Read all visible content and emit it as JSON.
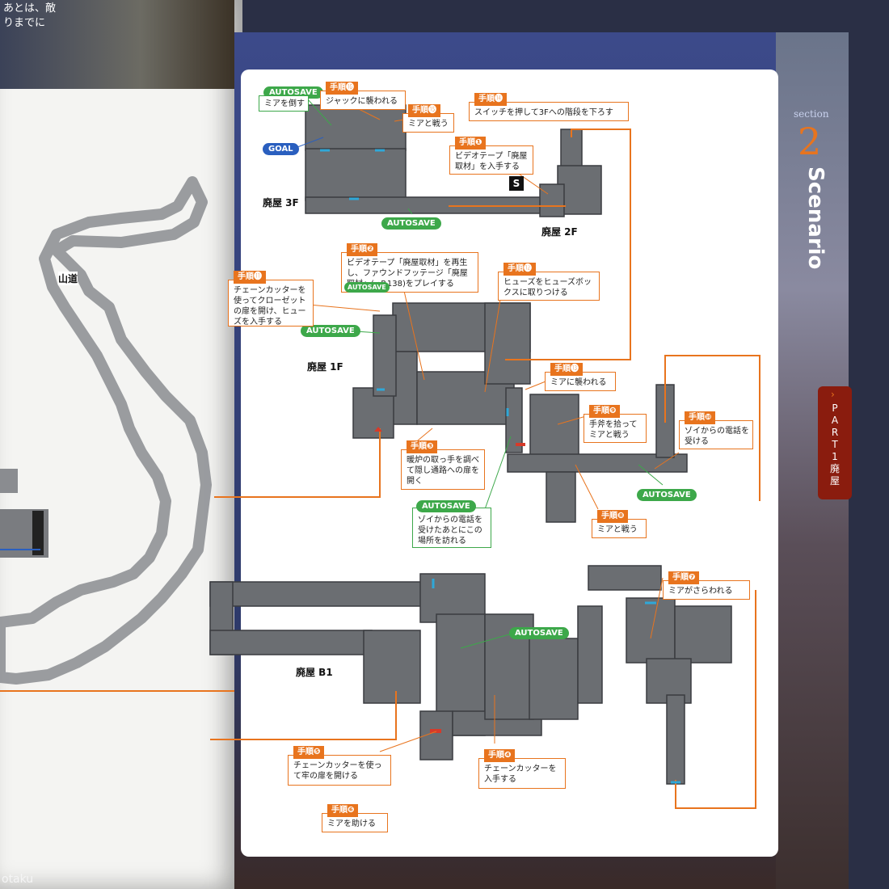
{
  "left_page": {
    "top_text": [
      "あとは、敵",
      "りまでに"
    ],
    "road_label": "山道"
  },
  "sidebar": {
    "section_label": "section",
    "section_number": "2",
    "scenario_label": "Scenario",
    "part_text": [
      "P",
      "A",
      "R",
      "T",
      "1",
      "廃",
      "屋"
    ]
  },
  "floors": {
    "f3": "廃屋 3F",
    "f2": "廃屋 2F",
    "f1": "廃屋 1F",
    "b1": "廃屋 B1"
  },
  "markers": {
    "autosave": "AUTOSAVE",
    "goal": "GOAL",
    "start": "S"
  },
  "steps": {
    "s1": {
      "tag": "手順❶",
      "text": "ビデオテープ「廃屋取材」を入手する"
    },
    "s2": {
      "tag": "手順❷",
      "text": "ビデオテープ「廃屋取材」を再生し、ファウンドフッテージ「廃屋取材」(→P.138)をプレイする",
      "badge": "AUTOSAVE"
    },
    "s3": {
      "tag": "手順❸",
      "text": "暖炉の取っ手を調べて隠し通路への扉を開く"
    },
    "s4": {
      "tag": "手順❹",
      "text": "チェーンカッターを入手する"
    },
    "s5": {
      "tag": "手順❺",
      "text": "チェーンカッターを使って牢の扉を開ける"
    },
    "s6": {
      "tag": "手順❻",
      "text": "ミアを助ける"
    },
    "s7": {
      "tag": "手順❼",
      "text": "ミアがさらわれる"
    },
    "s8": {
      "tag": "手順❽",
      "text": "ミアと戦う"
    },
    "s9": {
      "tag": "手順❾",
      "text": "手斧を拾ってミアと戦う"
    },
    "s10": {
      "tag": "手順❿",
      "text": "ゾイからの電話を受ける"
    },
    "s11": {
      "tag": "手順⓫",
      "text": "チェーンカッターを使ってクローゼットの扉を開け、ヒューズを入手する"
    },
    "s12": {
      "tag": "手順⓬",
      "text": "ヒューズをヒューズボックスに取りつける"
    },
    "s13": {
      "tag": "手順⓭",
      "text": "ミアに襲われる"
    },
    "s14": {
      "tag": "手順⓮",
      "text": "スイッチを押して3Fへの階段を下ろす"
    },
    "s15": {
      "tag": "手順⓯",
      "text": "ミアと戦う"
    },
    "s16": {
      "tag": "手順⓰",
      "text": "ジャックに襲われる"
    }
  },
  "autosave_notes": {
    "kill_mia": "ミアを倒す",
    "zoe_call_visit": "ゾイからの電話を受けたあとにこの場所を訪れる"
  },
  "watermark": "otaku",
  "colors": {
    "accent": "#e8741e",
    "autosave": "#3da84a",
    "goal": "#2a5fbf",
    "floor": "#6b6e72"
  }
}
